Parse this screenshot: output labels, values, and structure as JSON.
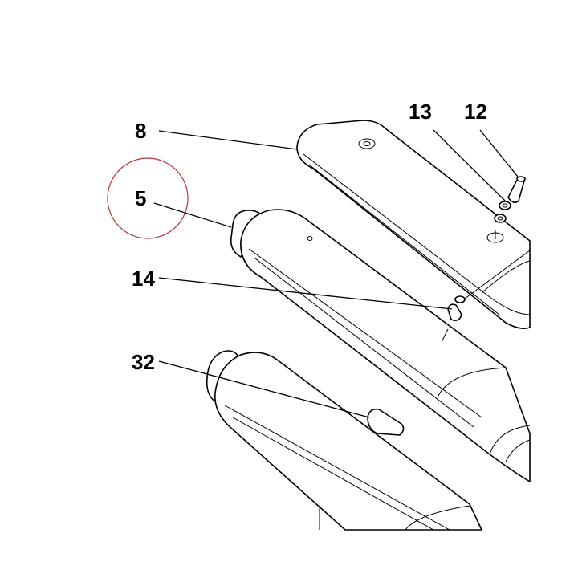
{
  "callouts": [
    {
      "id": "8",
      "text": "8"
    },
    {
      "id": "13",
      "text": "13"
    },
    {
      "id": "12",
      "text": "12"
    },
    {
      "id": "5",
      "text": "5"
    },
    {
      "id": "14",
      "text": "14"
    },
    {
      "id": "32",
      "text": "32"
    }
  ],
  "highlighted_callout": "5",
  "colors": {
    "highlight_ring": "#c0313a",
    "line": "#000000",
    "background": "#ffffff"
  }
}
